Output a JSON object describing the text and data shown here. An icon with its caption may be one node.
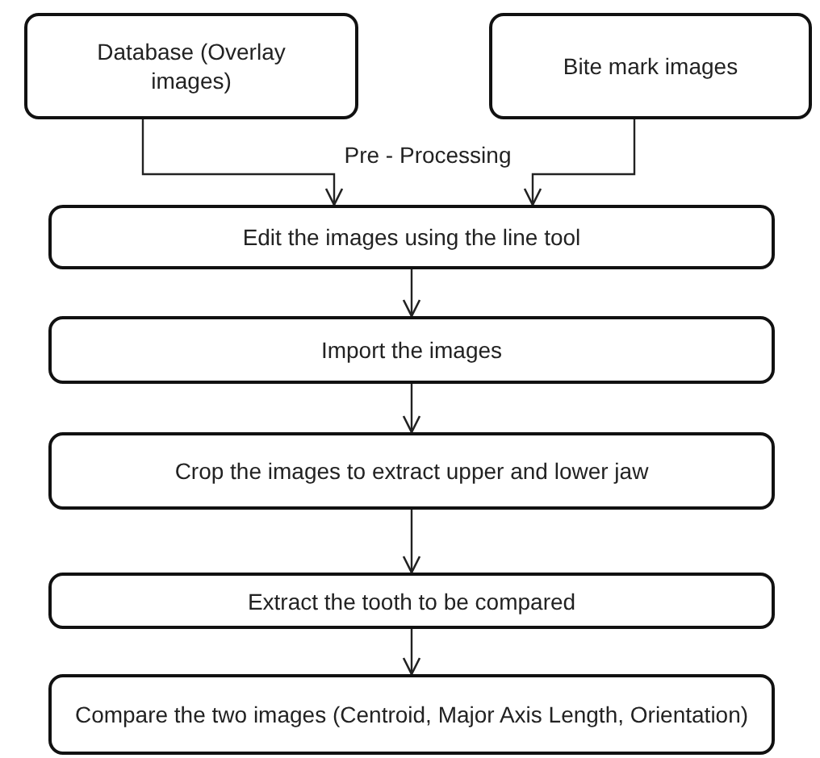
{
  "diagram": {
    "nodes": [
      {
        "text": [
          "Database (Overlay images)"
        ]
      },
      {
        "text": [
          "Bite mark images"
        ]
      },
      {
        "text": [
          "Edit the images using the line tool"
        ]
      },
      {
        "text": [
          "Import the images"
        ]
      },
      {
        "text": [
          "Crop the images to extract upper and lower jaw"
        ]
      },
      {
        "text": [
          "Extract the tooth to be compared"
        ]
      },
      {
        "text": [
          "Compare the two images (Centroid, Major Axis Length, Orientation)"
        ]
      }
    ],
    "edges": [
      {
        "from": 0,
        "to": 2,
        "arrow": "to"
      },
      {
        "from": 1,
        "to": 2,
        "arrow": "to"
      },
      {
        "from": 2,
        "to": 3,
        "arrow": "to"
      },
      {
        "from": 3,
        "to": 4,
        "arrow": "to"
      },
      {
        "from": 4,
        "to": 5,
        "arrow": "to"
      },
      {
        "from": 5,
        "to": 6,
        "arrow": "to"
      }
    ],
    "labels": [
      "Pre - Processing"
    ]
  }
}
